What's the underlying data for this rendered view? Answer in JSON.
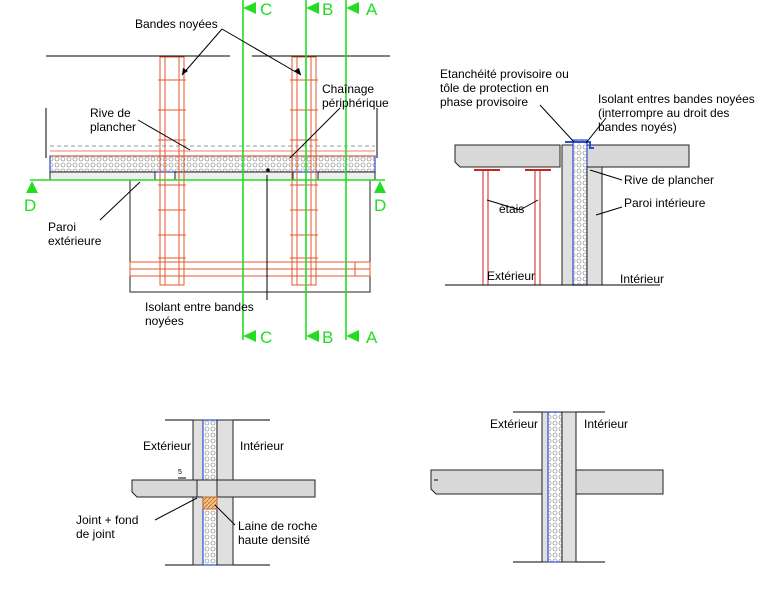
{
  "labels": {
    "bandes_noyees": "Bandes noyées",
    "chainage_1": "Chaînage",
    "chainage_2": "périphérique",
    "rive_1": "Rive de",
    "rive_2": "plancher",
    "paroi_ext_1": "Paroi",
    "paroi_ext_2": "extérieure",
    "isolant_bn_1": "Isolant entre bandes",
    "isolant_bn_2": "noyées",
    "etancheite_1": "Etanchéité provisoire ou",
    "etancheite_2": "tôle de protection en",
    "etancheite_3": "phase provisoire",
    "isolant_int_1": "Isolant entres bandes noyées",
    "isolant_int_2": "(interrompre au droit des",
    "isolant_int_3": "bandes noyés)",
    "rive_plancher": "Rive de plancher",
    "paroi_int": "Paroi intérieure",
    "etais": "étais",
    "exterieur": "Extérieur",
    "interieur": "Intérieur",
    "joint_1": "Joint + fond",
    "joint_2": "de joint",
    "laine_1": "Laine de roche",
    "laine_2": "haute densité",
    "dim_mark": "5"
  },
  "sections": {
    "a": "A",
    "b": "B",
    "c": "C",
    "d": "D"
  },
  "colors": {
    "section_lines": "#22dd22",
    "rebar": "#e0582c",
    "insulation_edge": "#2b4fd0",
    "props": "#cc2222",
    "joint": "#e08a30",
    "concrete": "#e0e0e0"
  }
}
